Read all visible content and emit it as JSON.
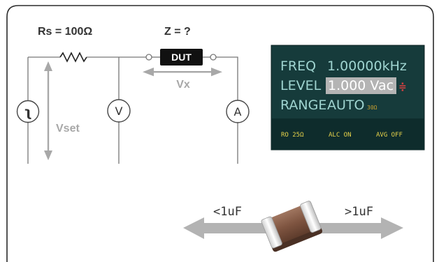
{
  "colors": {
    "border": "#2a2a2a",
    "wire": "#777777",
    "gray_label": "#a8a8a8",
    "dut_fill": "#111111",
    "display_bg": "#163b3b",
    "display_text": "#9fd4d0",
    "display_highlight_bg": "#b4b4b4",
    "display_highlight_text": "#ffffff",
    "display_cursor": "#d04040",
    "display_status": "#e6d24a",
    "range_sub": "#c8a030",
    "arrow_gray": "#b3b3b3",
    "capacitor_body": "#8a5a44",
    "capacitor_cap": "#e6e6e6"
  },
  "circuit": {
    "rs_label": "Rs = 100Ω",
    "z_label": "Z = ?",
    "dut_label": "DUT",
    "vx_label": "Vx",
    "vset_label": "Vset",
    "source_symbol": "ʅ",
    "voltmeter_label": "V",
    "ammeter_label": "A"
  },
  "display": {
    "freq_label": "FREQ",
    "freq_value": "1.00000kHz",
    "level_label": "LEVEL",
    "level_value": "1.000 Vac",
    "level_cursor": "≑",
    "range_label": "RANGE",
    "range_value": "AUTO",
    "range_sub": "30Ω",
    "status": [
      "RO 25Ω",
      "ALC ON",
      "AVG OFF"
    ]
  },
  "capacitor": {
    "left_label": "<1uF",
    "right_label": ">1uF"
  }
}
